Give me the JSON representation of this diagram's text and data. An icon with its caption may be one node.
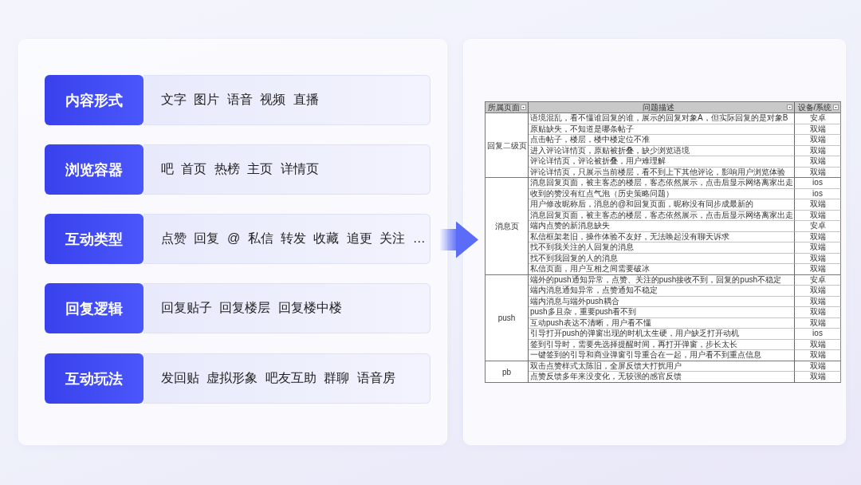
{
  "diagram": {
    "nodes": [
      {
        "text": [],
        "shape": "box"
      },
      {
        "text": [
          "内容形式"
        ],
        "in": 0
      },
      {
        "text": [
          "文字 图片 语音 视频 直播"
        ],
        "in": 0
      },
      {
        "text": [
          "浏览容器"
        ],
        "in": 0
      },
      {
        "text": [
          "吧 首页 热榜 主页 详情页"
        ],
        "in": 0
      },
      {
        "text": [
          "互动类型"
        ],
        "in": 0
      },
      {
        "text": [
          "点赞 回复 @ 私信 转发 收藏 追更 关注 …"
        ],
        "in": 0
      },
      {
        "text": [
          "回复逻辑"
        ],
        "in": 0
      },
      {
        "text": [
          "回复贴子 回复楼层 回复楼中楼"
        ],
        "in": 0
      },
      {
        "text": [
          "互动玩法"
        ],
        "in": 0
      },
      {
        "text": [
          "发回贴 虚拟形象 吧友互助 群聊 语音房"
        ],
        "in": 0
      },
      {
        "text": [],
        "shape": "box"
      }
    ],
    "edges": [
      {
        "from": 0,
        "to": 11,
        "arrow": "to",
        "style": "thick"
      }
    ],
    "labels": [
      "所属页面",
      "问题描述",
      "设备/系统",
      "回复二级页",
      "语境混乱，看不懂谁回复的谁，展示的回复对象A，但实际回复的是对象B",
      "安卓",
      "原贴缺失，不知道是哪条帖子",
      "双端",
      "点击帖子，楼层，楼中楼定位不准",
      "双端",
      "进入评论详情页，原贴被折叠，缺少浏览语境",
      "双端",
      "评论详情页，评论被折叠，用户难理解",
      "双端",
      "评论详情页，只展示当前楼层，看不到上下其他评论，影响用户浏览体验",
      "双端",
      "消息页",
      "消息回复页面，被主客态的楼层，客态依然展示，点击后显示网络离家出走",
      "ios",
      "收到的赞没有红点气泡（历史策略问题）",
      "ios",
      "用户修改昵称后，消息的@和回复页面，昵称没有同步成最新的",
      "双端",
      "消息回复页面，被主客态的楼层，客态依然展示，点击后显示网络离家出走",
      "双端",
      "端内点赞的新消息缺失",
      "安卓",
      "私信框架老旧，操作体验不友好，无法唤起没有聊天诉求",
      "双端",
      "找不到我关注的人回复的消息",
      "双端",
      "找不到我回复的人的消息",
      "双端",
      "私信页面，用户互相之间需要破冰",
      "双端",
      "push",
      "端外的push通知异常，点赞、关注的push接收不到，回复的push不稳定",
      "安卓",
      "端内消息通知异常，点赞通知不稳定",
      "双端",
      "端内消息与端外push耦合",
      "双端",
      "push多且杂，重要push看不到",
      "双端",
      "互动push表达不清晰，用户看不懂",
      "双端",
      "引导打开push的弹窗出现的时机太生硬，用户缺乏打开动机",
      "ios",
      "签到引导时，需要先选择提醒时间，再打开弹窗，步长太长",
      "双端",
      "一键签到的引导和商业弹窗引导重合在一起，用户看不到重点信息",
      "双端",
      "pb",
      "双击点赞样式太陈旧，全屏反馈大打扰用户",
      "双端",
      "点赞反馈多年来没变化，无较强的感官反馈",
      "双端"
    ]
  }
}
